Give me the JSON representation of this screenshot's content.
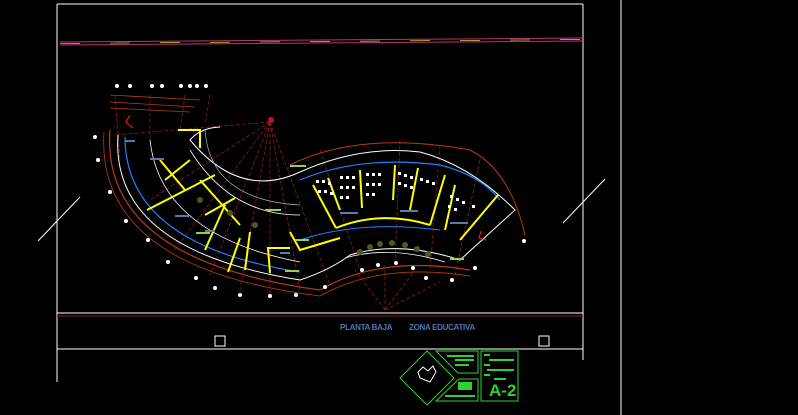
{
  "drawing": {
    "title_left": "PLANTA BAJA",
    "title_right": "ZONA EDUCATIVA",
    "sheet_number": "A-2"
  },
  "colors": {
    "background": "#000000",
    "frame": "#ffffff",
    "walls": "#ffff00",
    "axes": "#8b1a1a",
    "glazing": "#1e7fff",
    "title_text": "#4d77b8",
    "title_block": "#2fd12f"
  }
}
